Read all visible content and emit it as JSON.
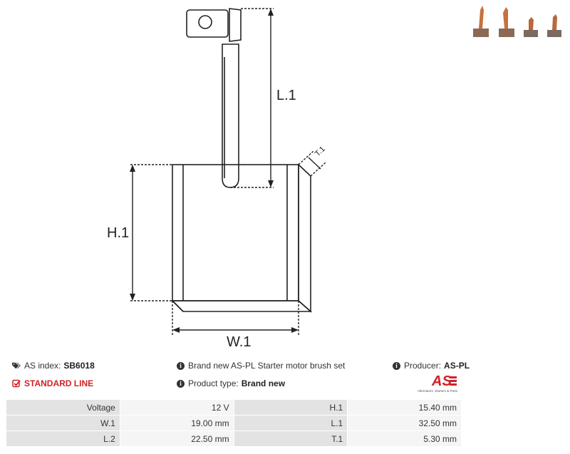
{
  "diagram": {
    "labels": {
      "l1": "L.1",
      "h1": "H.1",
      "w1": "W.1",
      "t1": "T.1"
    }
  },
  "thumbnail_icons": [
    "brush-thumbnail-icon",
    "brush-thumbnail-icon",
    "brush-thumbnail-icon",
    "brush-thumbnail-icon"
  ],
  "info": {
    "as_index_label": "AS index:",
    "as_index_value": "SB6018",
    "line_label": "STANDARD LINE",
    "description": "Brand new AS-PL Starter motor brush set",
    "product_type_label": "Product type:",
    "product_type_value": "Brand new",
    "producer_label": "Producer:",
    "producer_value": "AS-PL",
    "logo_text": "AS",
    "logo_tagline": "Alternators, Starters & Parts"
  },
  "colors": {
    "accent_red": "#d32027",
    "key_cell": "#e3e3e3",
    "value_cell": "#f5f5f5"
  },
  "specs": [
    {
      "k1": "Voltage",
      "v1": "12 V",
      "k2": "H.1",
      "v2": "15.40 mm"
    },
    {
      "k1": "W.1",
      "v1": "19.00 mm",
      "k2": "L.1",
      "v2": "32.50 mm"
    },
    {
      "k1": "L.2",
      "v1": "22.50 mm",
      "k2": "T.1",
      "v2": "5.30 mm"
    }
  ]
}
